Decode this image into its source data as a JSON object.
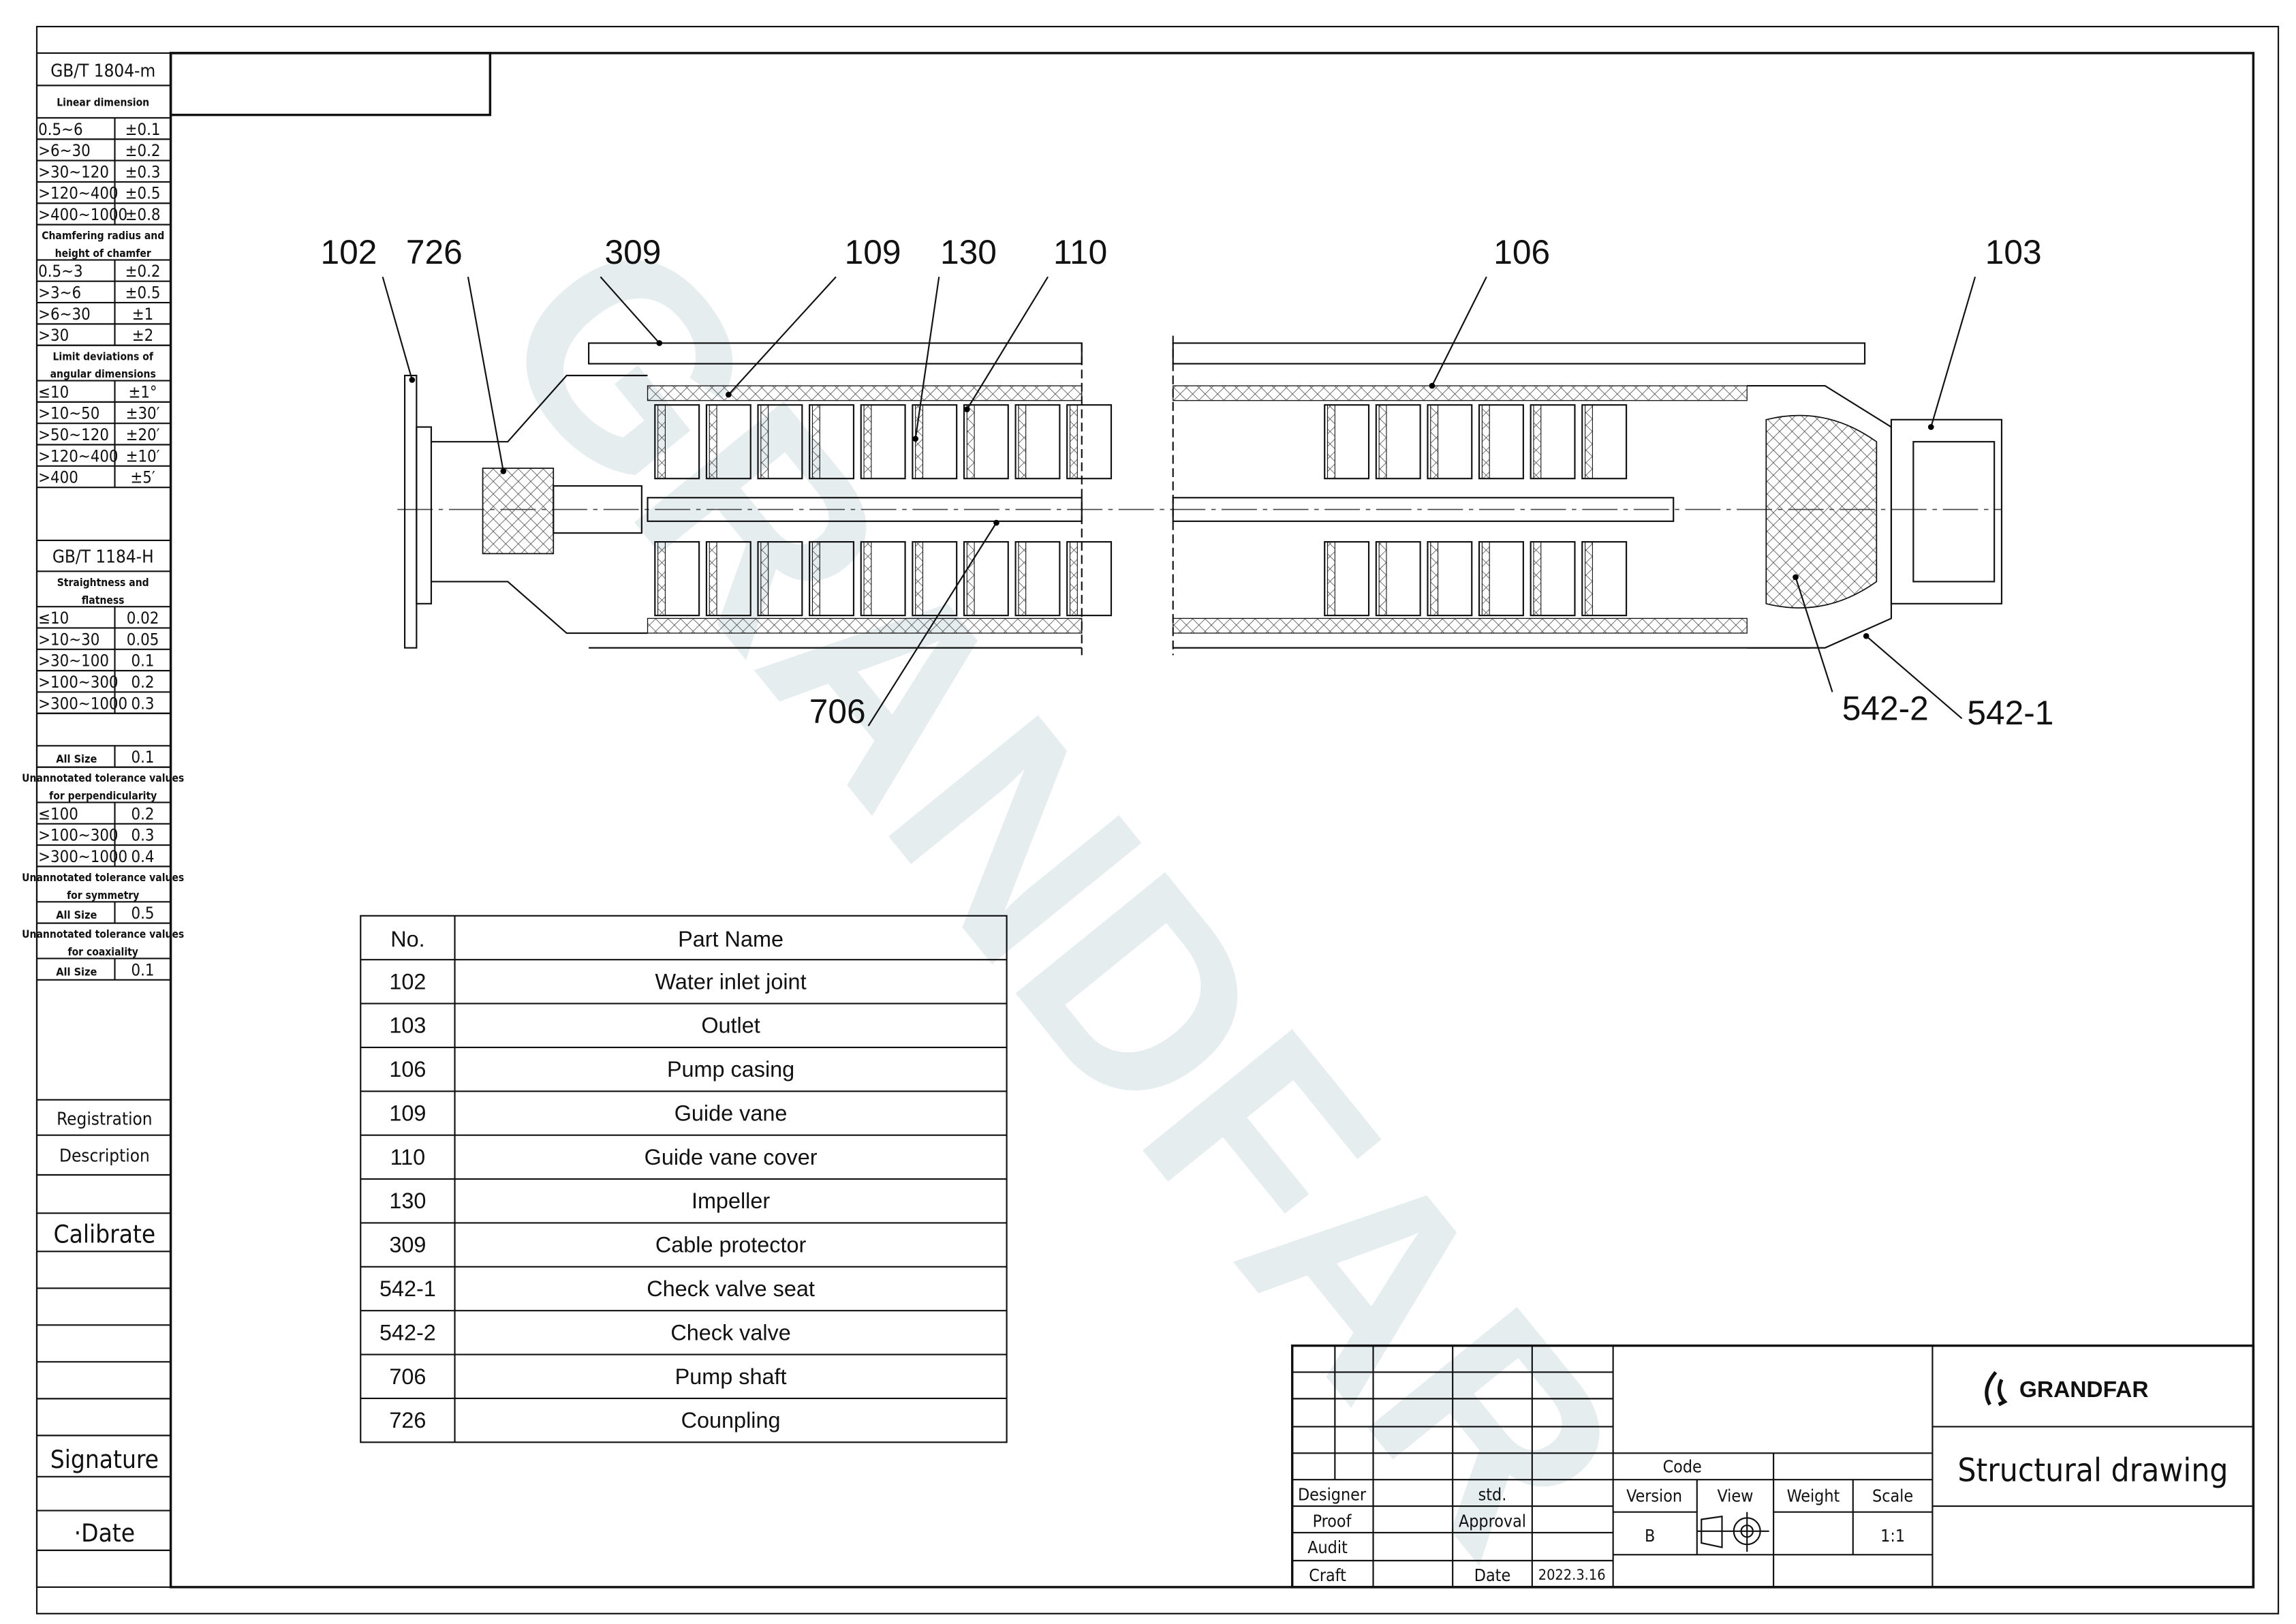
{
  "watermark": "GRANDFAR",
  "tolerance_panel": {
    "std1": "GB/T 1804-m",
    "sections1": [
      {
        "header": [
          "Linear dimension"
        ],
        "rows": [
          [
            "0.5~6",
            "±0.1"
          ],
          [
            ">6~30",
            "±0.2"
          ],
          [
            ">30~120",
            "±0.3"
          ],
          [
            ">120~400",
            "±0.5"
          ],
          [
            ">400~1000",
            "±0.8"
          ]
        ]
      },
      {
        "header": [
          "Chamfering radius and",
          "height of chamfer"
        ],
        "rows": [
          [
            "0.5~3",
            "±0.2"
          ],
          [
            ">3~6",
            "±0.5"
          ],
          [
            ">6~30",
            "±1"
          ],
          [
            ">30",
            "±2"
          ]
        ]
      },
      {
        "header": [
          "Limit deviations of",
          "angular dimensions"
        ],
        "rows": [
          [
            "≤10",
            "±1°"
          ],
          [
            ">10~50",
            "±30′"
          ],
          [
            ">50~120",
            "±20′"
          ],
          [
            ">120~400",
            "±10′"
          ],
          [
            ">400",
            "±5′"
          ]
        ]
      }
    ],
    "std2": "GB/T 1184-H",
    "sections2": [
      {
        "header": [
          "Straightness and",
          "flatness"
        ],
        "rows": [
          [
            "≤10",
            "0.02"
          ],
          [
            ">10~30",
            "0.05"
          ],
          [
            ">30~100",
            "0.1"
          ],
          [
            ">100~300",
            "0.2"
          ],
          [
            ">300~1000",
            "0.3"
          ]
        ]
      },
      {
        "header": [],
        "blank": true,
        "rows": [
          [
            "All Size",
            "0.1"
          ]
        ]
      },
      {
        "header": [
          "Unannotated tolerance values",
          "for perpendicularity"
        ],
        "rows": [
          [
            "≤100",
            "0.2"
          ],
          [
            ">100~300",
            "0.3"
          ],
          [
            ">300~1000",
            "0.4"
          ]
        ]
      },
      {
        "header": [
          "Unannotated tolerance values",
          "for symmetry"
        ],
        "rows": [
          [
            "All Size",
            "0.5"
          ]
        ]
      },
      {
        "header": [
          "Unannotated tolerance values",
          "for coaxiality"
        ],
        "rows": [
          [
            "All Size",
            "0.1"
          ]
        ]
      }
    ]
  },
  "side_labels": {
    "registration": "Registration",
    "description": "Description",
    "calibrate": "Calibrate",
    "signature": "Signature",
    "date": "·Date"
  },
  "callouts": {
    "c102": "102",
    "c726": "726",
    "c309": "309",
    "c109": "109",
    "c130": "130",
    "c110": "110",
    "c106": "106",
    "c103": "103",
    "c706": "706",
    "c542_2": "542-2",
    "c542_1": "542-1"
  },
  "parts_table": {
    "headers": [
      "No.",
      "Part Name"
    ],
    "rows": [
      [
        "102",
        "Water inlet joint"
      ],
      [
        "103",
        "Outlet"
      ],
      [
        "106",
        "Pump casing"
      ],
      [
        "109",
        "Guide vane"
      ],
      [
        "110",
        "Guide vane cover"
      ],
      [
        "130",
        "Impeller"
      ],
      [
        "309",
        "Cable protector"
      ],
      [
        "542-1",
        "Check valve seat"
      ],
      [
        "542-2",
        "Check valve"
      ],
      [
        "706",
        "Pump shaft"
      ],
      [
        "726",
        "Counpling"
      ]
    ]
  },
  "title_block": {
    "designer": "Designer",
    "proof": "Proof",
    "audit": "Audit",
    "craft": "Craft",
    "std": "std.",
    "approval": "Approval",
    "date_label": "Date",
    "date": "2022.3.16",
    "code": "Code",
    "version": "Version",
    "view": "View",
    "weight": "Weight",
    "scale": "Scale",
    "version_value": "B",
    "scale_value": "1:1",
    "logo": "GRANDFAR",
    "title": "Structural drawing"
  }
}
